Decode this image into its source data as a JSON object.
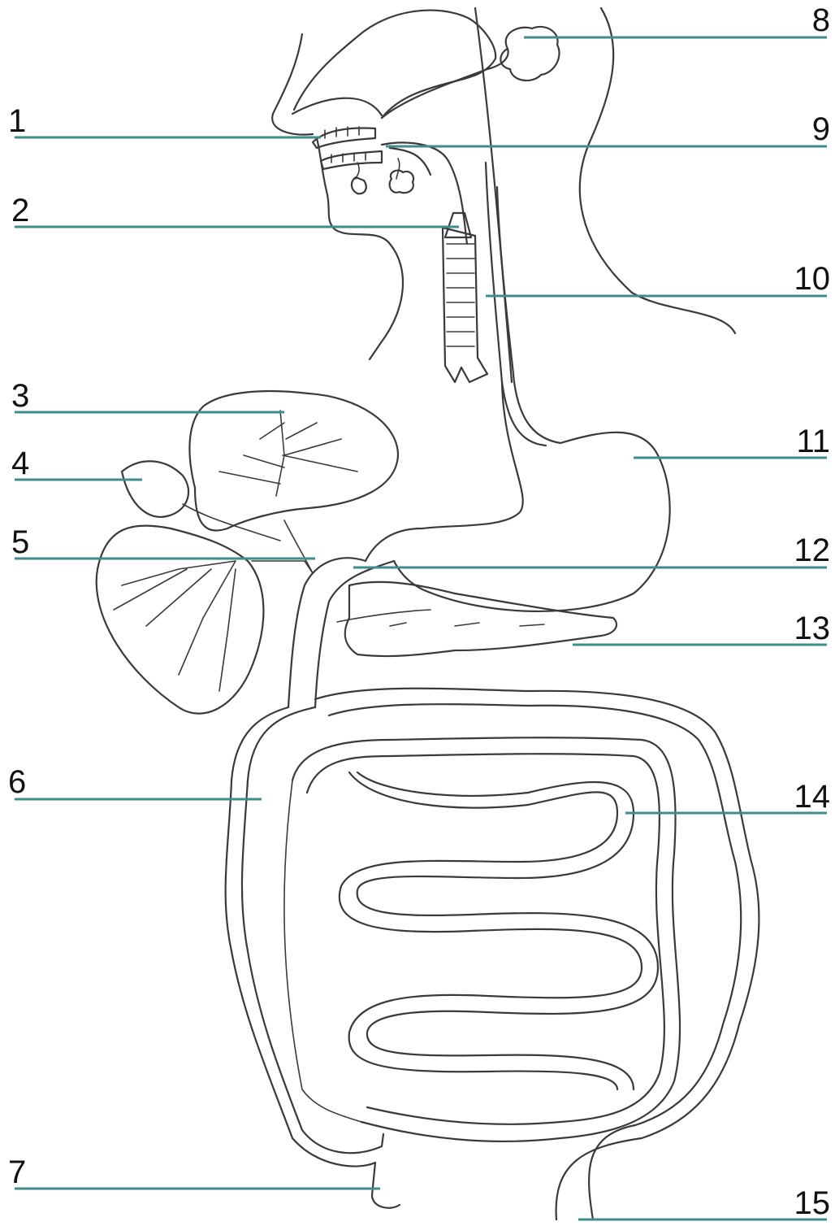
{
  "labels": {
    "l1": "1",
    "l2": "2",
    "l3": "3",
    "l4": "4",
    "l5": "5",
    "l6": "6",
    "l7": "7",
    "l8": "8",
    "l9": "9",
    "l10": "10",
    "l11": "11",
    "l12": "12",
    "l13": "13",
    "l14": "14",
    "l15": "15"
  },
  "colors": {
    "leader": "#3f8c8f",
    "outline": "#3a3a3a",
    "background": "#ffffff"
  }
}
